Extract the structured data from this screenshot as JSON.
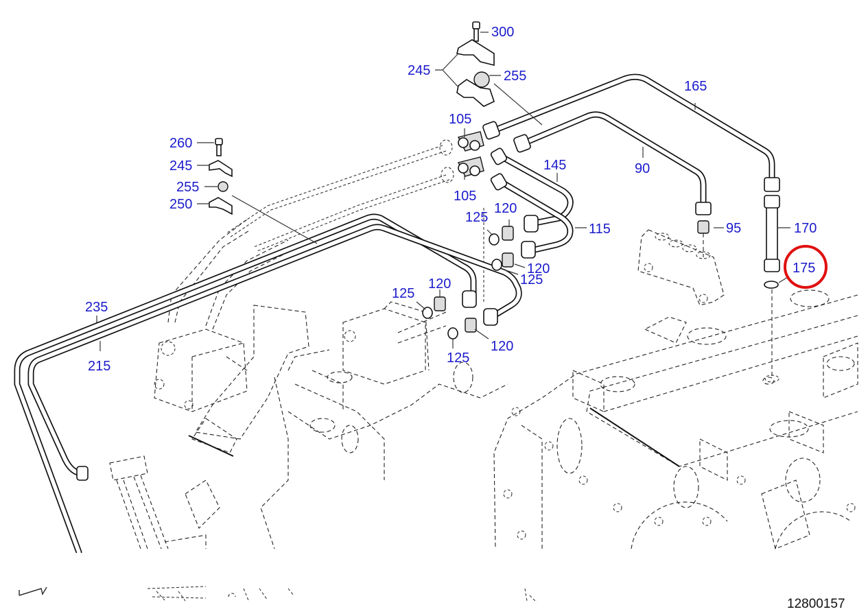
{
  "drawing": {
    "type": "exploded parts diagram",
    "subject": "fuel/oil pipe assembly on engine block",
    "drawing_number": "12800157",
    "highlight_color": "#e01010",
    "callout_color": "#1a1acc",
    "highlighted_callout": "175"
  },
  "callouts": {
    "c300": "300",
    "c245a": "245",
    "c255a": "255",
    "c260": "260",
    "c245b": "245",
    "c255b": "255",
    "c250": "250",
    "c105a": "105",
    "c105b": "105",
    "c165": "165",
    "c90": "90",
    "c145": "145",
    "c95": "95",
    "c170": "170",
    "c175": "175",
    "c115": "115",
    "c125a": "125",
    "c120a": "120",
    "c120b": "120",
    "c125b": "125",
    "c125c": "125",
    "c120c": "120",
    "c120d": "120",
    "c125d": "125",
    "c235": "235",
    "c215": "215"
  }
}
